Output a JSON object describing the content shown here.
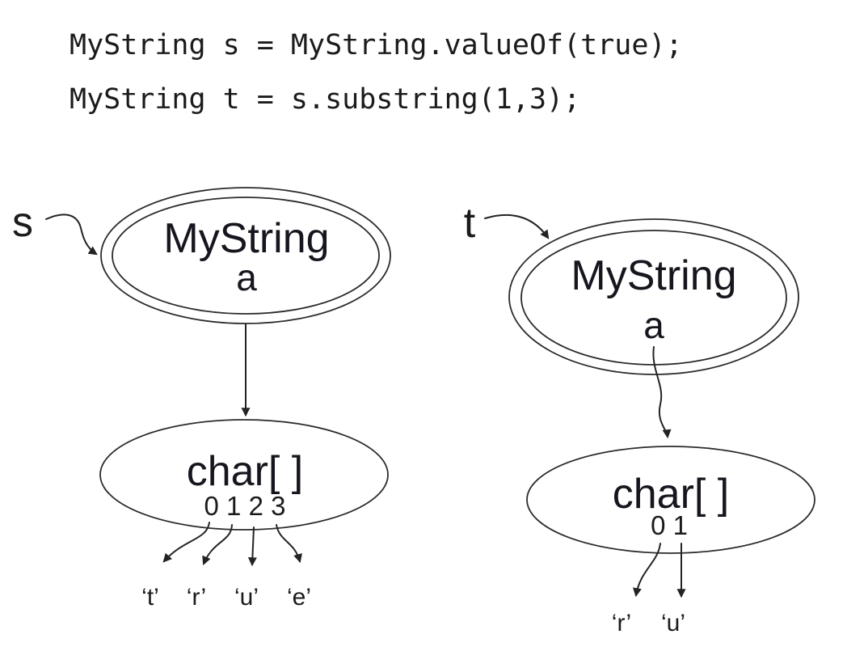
{
  "code": {
    "line1": "MyString s = MyString.valueOf(true);",
    "line2": "MyString t = s.substring(1,3);"
  },
  "colors": {
    "ink": "#1b1b1b",
    "ellipse_stroke": "#2b2b2b",
    "background": "#ffffff"
  },
  "diagram_s": {
    "pointer_label": "s",
    "object": {
      "class_name": "MyString",
      "field_label": "a"
    },
    "array": {
      "type_label": "char[ ]",
      "indices": "0 1 2 3",
      "elements": [
        "‘t’",
        "‘r’",
        "‘u’",
        "‘e’"
      ]
    }
  },
  "diagram_t": {
    "pointer_label": "t",
    "object": {
      "class_name": "MyString",
      "field_label": "a"
    },
    "array": {
      "type_label": "char[ ]",
      "indices": "0 1",
      "elements": [
        "‘r’",
        "‘u’"
      ]
    }
  }
}
